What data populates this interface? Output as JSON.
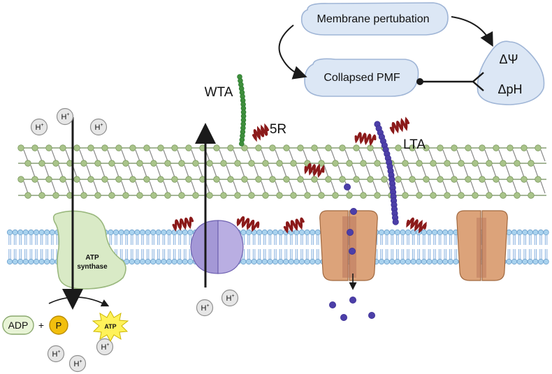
{
  "flow": {
    "membrane_perturbation": "Membrane pertubation",
    "collapsed_pmf": "Collapsed PMF",
    "delta_psi": "ΔΨ",
    "delta_ph": "ΔpH"
  },
  "labels": {
    "wta": "WTA",
    "five_r": "5R",
    "lta": "LTA"
  },
  "atp_synthase": {
    "line1": "ATP",
    "line2": "synthase"
  },
  "ions": {
    "proton": "H",
    "charge": "+"
  },
  "reaction": {
    "adp": "ADP",
    "plus": "+",
    "phosphate": "P",
    "atp": "ATP"
  },
  "colors": {
    "bubble_fill": "#dce7f5",
    "bubble_stroke": "#9fb5d6",
    "peptidoglycan_node": "#a9c48a",
    "lipid_head": "#a9d2ee",
    "lipid_tail": "#82aede",
    "atp_synthase_fill": "#d9eac6",
    "channel_purple": "#a498d6",
    "channel_tan": "#dca37a",
    "wta_green": "#2e7d32",
    "lta_purple": "#3c2f95",
    "peptide_red": "#8b1a1a",
    "ion_fill": "#e6e6e6",
    "phosphate_yellow": "#f2bf0d",
    "atp_yellow": "#fff25a",
    "adp_fill": "#e8f4d6"
  }
}
